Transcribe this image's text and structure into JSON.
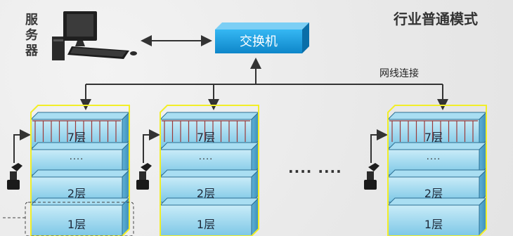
{
  "title": "行业普通模式",
  "server_label": "服务器",
  "switch_label": "交换机",
  "network_label": "网线连接",
  "ellipsis": "···· ····",
  "buildings": [
    {
      "floors": [
        "7层",
        "····",
        "2层",
        "1层"
      ]
    },
    {
      "floors": [
        "7层",
        "····",
        "2层",
        "1层"
      ]
    },
    {
      "floors": [
        "7层",
        "····",
        "2层",
        "1层"
      ]
    }
  ],
  "colors": {
    "switch": "#1fa3e6",
    "floor_top": "#8fd0ea",
    "floor_front": "#b9e3f3",
    "highlight_border": "#f2ee28",
    "line": "#333333"
  },
  "icons": [
    "computer-icon",
    "barcode-scanner-icon"
  ]
}
